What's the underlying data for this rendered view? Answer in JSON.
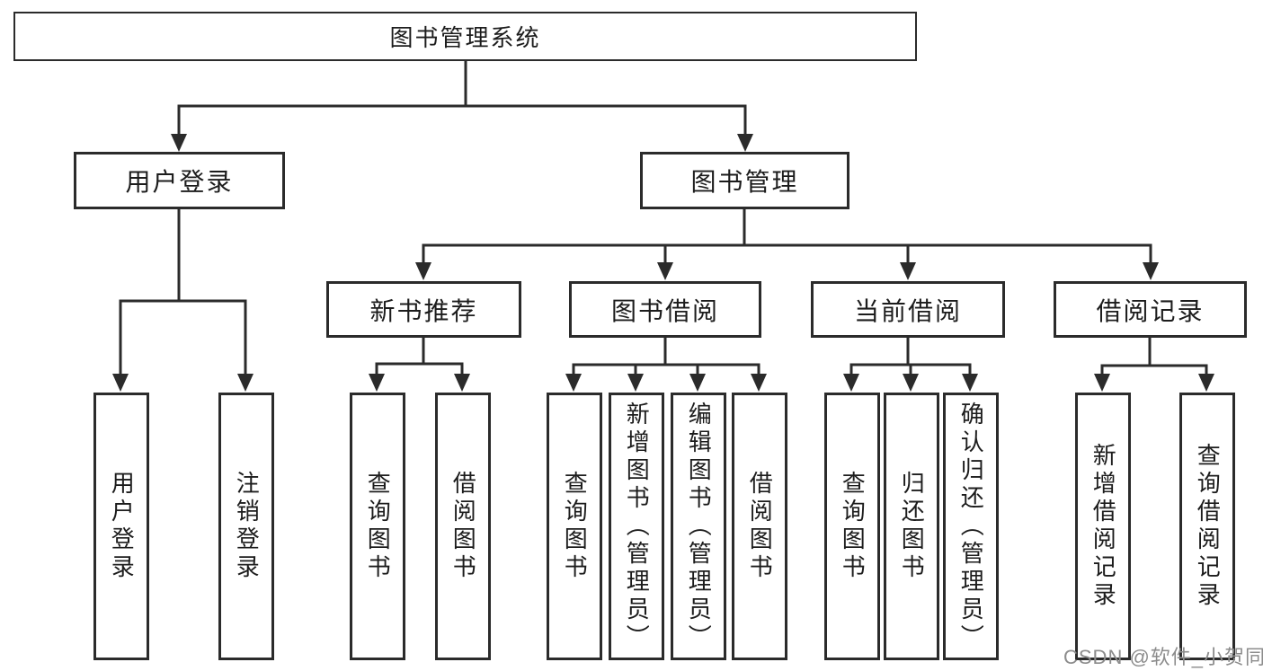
{
  "nodes": {
    "root": "图书管理系统",
    "user_login": "用户登录",
    "book_management": "图书管理",
    "login": "用户登录",
    "logout": "注销登录",
    "new_book_recommend": "新书推荐",
    "book_borrowing": "图书借阅",
    "current_borrowing": "当前借阅",
    "borrowing_records": "借阅记录",
    "nbr_query_books": "查询图书",
    "nbr_borrow_books": "借阅图书",
    "bb_query_books": "查询图书",
    "bb_add_books_admin": "新增图书（管理员）",
    "bb_edit_books_admin": "编辑图书（管理员）",
    "bb_borrow_books": "借阅图书",
    "cb_query_books": "查询图书",
    "cb_return_books": "归还图书",
    "cb_confirm_return_admin": "确认归还（管理员）",
    "br_add_record": "新增借阅记录",
    "br_query_record": "查询借阅记录"
  },
  "watermark": "CSDN @软件_小贺同学",
  "colors": {
    "line": "#2b2b2b",
    "text": "#1c1c1c",
    "watermark": "#8c8c8c",
    "background": "#ffffff"
  }
}
